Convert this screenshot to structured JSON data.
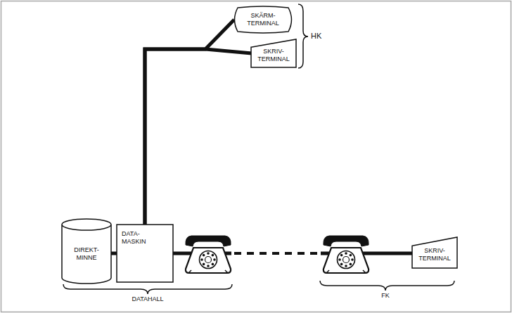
{
  "diagram": {
    "nodes": [
      {
        "text": [
          "SKÄRM- TERMINAL"
        ]
      },
      {
        "text": [
          "SKRIV- TERMINAL"
        ]
      },
      {
        "text": [
          "DIREKT- MINNE"
        ]
      },
      {
        "text": [
          "DATA- MASKIN"
        ]
      },
      {
        "text": [
          "SKRIV- TERMINAL"
        ]
      }
    ],
    "edges": [
      {
        "from": 2,
        "to": 3,
        "arrow": "none"
      },
      {
        "from": 3,
        "to": 0,
        "arrow": "none"
      },
      {
        "from": 3,
        "to": 1,
        "arrow": "none"
      },
      {
        "from": 3,
        "to": 4,
        "arrow": "none"
      }
    ],
    "labels": [
      "HK",
      "DATAHALL",
      "FK"
    ]
  }
}
